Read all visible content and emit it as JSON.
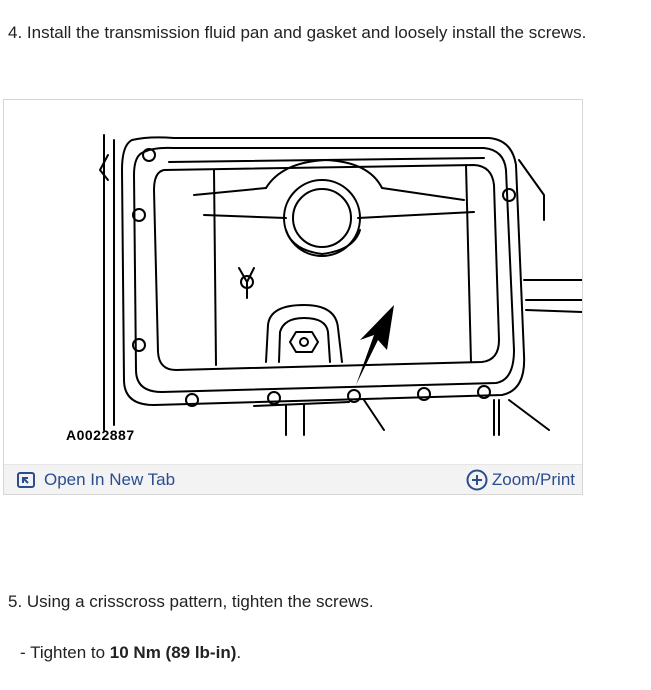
{
  "steps": {
    "step4_text": "4. Install the transmission fluid pan and gasket and loosely install the screws.",
    "step5_text": "5. Using a crisscross pattern, tighten the screws.",
    "substep": {
      "prefix": "- Tighten to ",
      "torque": "10 Nm (89 lb-in)",
      "suffix": "."
    }
  },
  "figure": {
    "illustration_id": "A0022887",
    "open_tab_label": "Open In New Tab",
    "zoom_print_label": "Zoom/Print",
    "link_color": "#2a4d8f",
    "icons": {
      "open_tab": "open-in-new-tab-icon",
      "zoom_print": "plus-circle-icon"
    }
  }
}
